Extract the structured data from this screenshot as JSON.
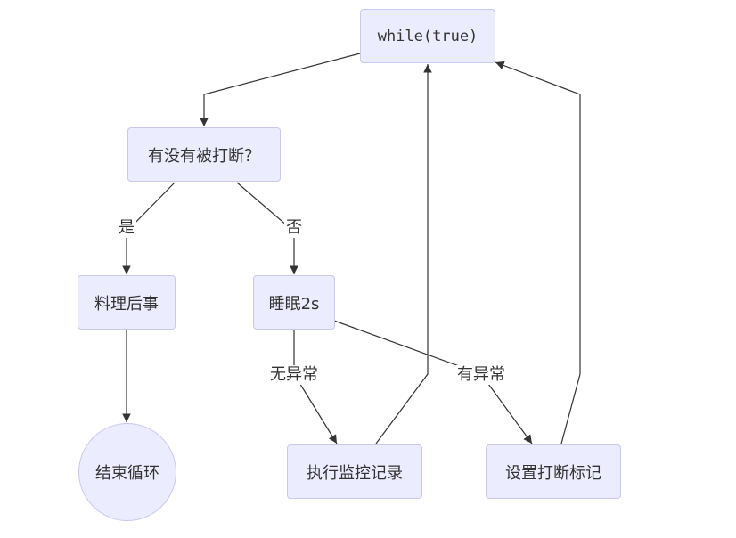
{
  "nodes": {
    "loop": "while(true)",
    "check_interrupted": "有没有被打断？",
    "cleanup": "料理后事",
    "sleep": "睡眠2s",
    "end_loop": "结束循环",
    "log_monitor": "执行监控记录",
    "set_flag": "设置打断标记"
  },
  "edges": {
    "yes": "是",
    "no": "否",
    "no_exception": "无异常",
    "has_exception": "有异常"
  },
  "colors": {
    "node_fill": "#ececff",
    "node_border": "#c8c8f0",
    "edge": "#333333"
  }
}
